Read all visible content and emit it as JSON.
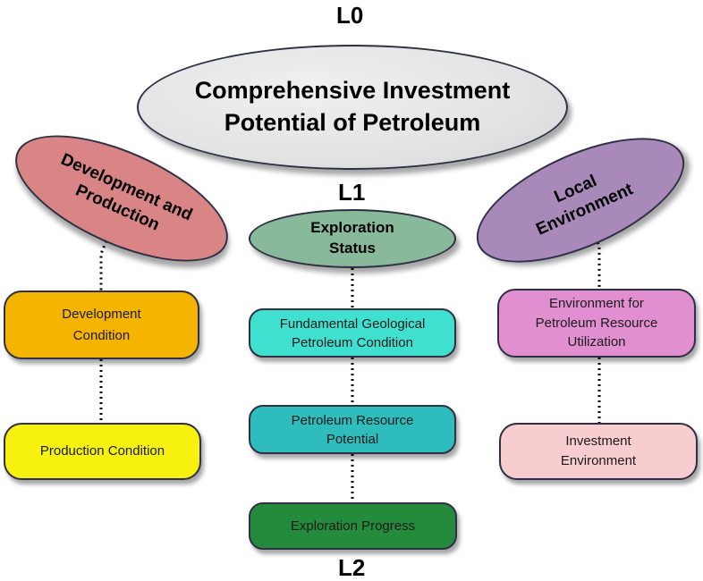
{
  "levels": {
    "l0": "L0",
    "l1": "L1",
    "l2": "L2"
  },
  "root": {
    "label": "Comprehensive Investment Potential of Petroleum"
  },
  "criteria": [
    {
      "label": "Development and Production",
      "color": "#d98585"
    },
    {
      "label": "Exploration Status",
      "color": "#88b99a"
    },
    {
      "label": "Local Environment",
      "color": "#a989ba"
    }
  ],
  "indicators": [
    {
      "label": "Development Condition",
      "color": "#f5b400"
    },
    {
      "label": "Production Condition",
      "color": "#f6f10e"
    },
    {
      "label": "Fundamental Geological Petroleum Condition",
      "color": "#3fe0cf"
    },
    {
      "label": "Petroleum Resource Potential",
      "color": "#2ebcbc"
    },
    {
      "label": "Exploration Progress",
      "color": "#248a3c"
    },
    {
      "label": "Environment for Petroleum Resource Utilization",
      "color": "#e28fd2"
    },
    {
      "label": "Investment Environment",
      "color": "#f7cdd0"
    }
  ]
}
